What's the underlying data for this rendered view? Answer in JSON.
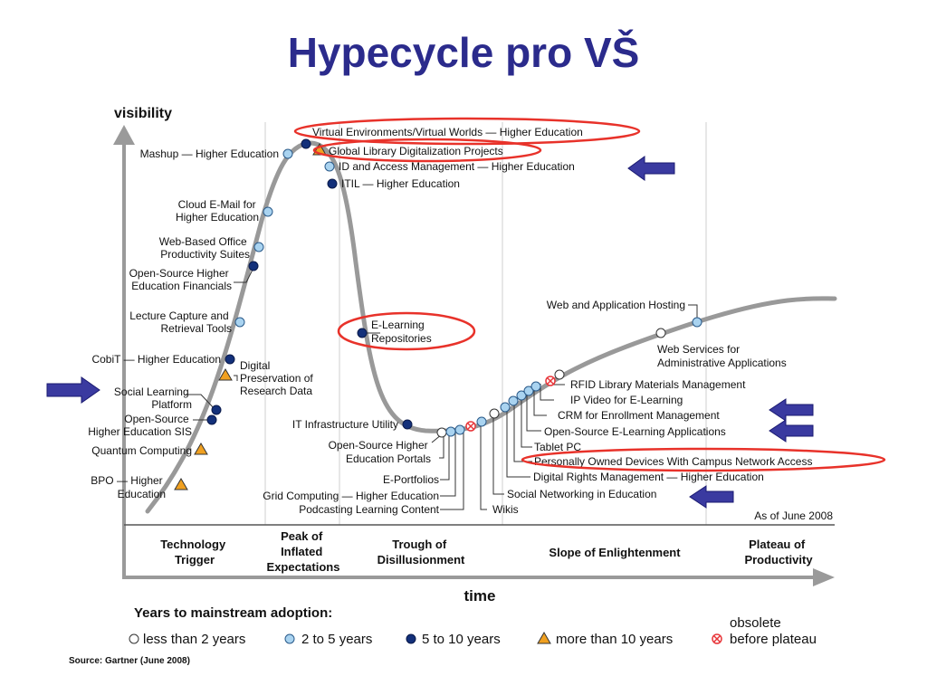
{
  "title": "Hypecycle pro VŠ",
  "y_axis_label": "visibility",
  "x_axis_label": "time",
  "as_of": "As of June 2008",
  "source": "Source: Gartner (June 2008)",
  "phases": [
    [
      "Technology",
      "Trigger"
    ],
    [
      "Peak of",
      "Inflated",
      "Expectations"
    ],
    [
      "Trough of",
      "Disillusionment"
    ],
    [
      "Slope of Enlightenment"
    ],
    [
      "Plateau of",
      "Productivity"
    ]
  ],
  "legend": {
    "title": "Years to mainstream adoption:",
    "items": [
      {
        "marker": "open",
        "label": "less than 2 years"
      },
      {
        "marker": "light",
        "label": "2 to 5 years"
      },
      {
        "marker": "dark",
        "label": "5 to 10 years"
      },
      {
        "marker": "triangle",
        "label": "more than 10 years"
      },
      {
        "marker": "obsolete",
        "label": [
          "obsolete",
          "before plateau"
        ]
      }
    ]
  },
  "technologies": [
    {
      "label": "Mashup — Higher Education",
      "marker": "light"
    },
    {
      "label": "Virtual Environments/Virtual Worlds — Higher Education",
      "marker": "dark"
    },
    {
      "label": "Global Library Digitalization Projects",
      "marker": "triangle"
    },
    {
      "label": "ID and Access Management — Higher Education",
      "marker": "light"
    },
    {
      "label": "ITIL — Higher Education",
      "marker": "dark"
    },
    {
      "label": [
        "Cloud E-Mail for",
        "Higher Education"
      ],
      "marker": "light"
    },
    {
      "label": [
        "Web-Based Office",
        "Productivity Suites"
      ],
      "marker": "light"
    },
    {
      "label": [
        "Open-Source Higher",
        "Education Financials"
      ],
      "marker": "dark"
    },
    {
      "label": [
        "Lecture Capture and",
        "Retrieval Tools"
      ],
      "marker": "light"
    },
    {
      "label": "CobiT — Higher Education",
      "marker": "dark"
    },
    {
      "label": [
        "Digital",
        "Preservation of",
        "Research Data"
      ],
      "marker": "triangle"
    },
    {
      "label": [
        "Social Learning",
        "Platform"
      ],
      "marker": "dark"
    },
    {
      "label": [
        "Open-Source",
        "Higher Education SIS"
      ],
      "marker": "dark"
    },
    {
      "label": "Quantum Computing",
      "marker": "triangle"
    },
    {
      "label": [
        "BPO — Higher",
        "Education"
      ],
      "marker": "triangle"
    },
    {
      "label": [
        "E-Learning",
        "Repositories"
      ],
      "marker": "dark"
    },
    {
      "label": "IT Infrastructure Utility",
      "marker": "dark"
    },
    {
      "label": [
        "Open-Source Higher",
        "Education Portals"
      ],
      "marker": "open"
    },
    {
      "label": "E-Portfolios",
      "marker": "light"
    },
    {
      "label": "Grid Computing — Higher Education",
      "marker": "light"
    },
    {
      "label": "Podcasting Learning Content",
      "marker": "obsolete"
    },
    {
      "label": "Wikis",
      "marker": "light"
    },
    {
      "label": "Social Networking in Education",
      "marker": "open"
    },
    {
      "label": "Digital Rights Management — Higher Education",
      "marker": "light"
    },
    {
      "label": "Personally Owned Devices With Campus Network Access",
      "marker": "light"
    },
    {
      "label": "Tablet PC",
      "marker": "light"
    },
    {
      "label": "Open-Source E-Learning Applications",
      "marker": "light"
    },
    {
      "label": "CRM for Enrollment Management",
      "marker": "light"
    },
    {
      "label": "IP Video for E-Learning",
      "marker": "obsolete"
    },
    {
      "label": "RFID Library Materials Management",
      "marker": "open"
    },
    {
      "label": [
        "Web Services for",
        "Administrative Applications"
      ],
      "marker": "open"
    },
    {
      "label": "Web and Application Hosting",
      "marker": "light"
    }
  ],
  "colors": {
    "title": "#2b2b8c",
    "curve": "#999999",
    "marker_light": "#a9d3f0",
    "marker_dark": "#13307a",
    "marker_triangle": "#f0a020",
    "marker_obsolete": "#e8363a",
    "highlight_ellipse": "#e8322a",
    "arrow": "#3a3aa0"
  }
}
